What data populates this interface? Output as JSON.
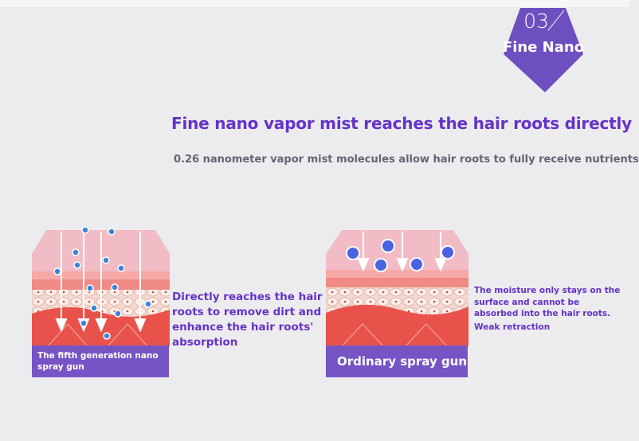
{
  "badge": {
    "number": "03",
    "label": "Fine Nano"
  },
  "headline": "Fine nano vapor mist reaches the hair roots directly",
  "subheadline": "0.26 nanometer vapor mist molecules allow hair roots to fully receive nutrients",
  "left_panel": {
    "caption": "The fifth generation nano spray gun",
    "description": "Directly reaches the hair roots to remove dirt and enhance the hair roots' absorption"
  },
  "right_panel": {
    "caption": "Ordinary spray gun",
    "description": "The moisture only stays on the surface and cannot be absorbed into the hair roots.",
    "note": "Weak retraction"
  },
  "colors": {
    "accent_purple": "#6433c7",
    "badge_purple": "#6e4fc0",
    "caption_bar": "#7654c5",
    "skin_pink": "#f2bcc6",
    "tissue_red": "#e8524a",
    "droplet_blue": "#3f82d6"
  },
  "icons": [
    "hexagon-badge-icon",
    "skin-layer-diagram-icon"
  ]
}
